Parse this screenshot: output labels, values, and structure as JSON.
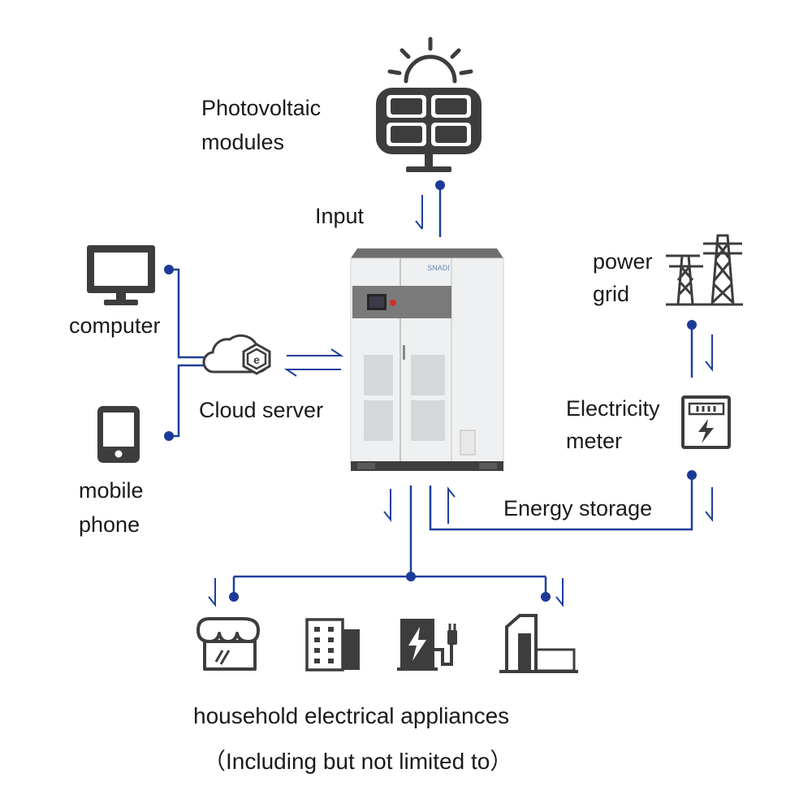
{
  "labels": {
    "pv_line1": "Photovoltaic",
    "pv_line2": "modules",
    "input": "Input",
    "computer": "computer",
    "cloud": "Cloud server",
    "mobile_line1": "mobile",
    "mobile_line2": "phone",
    "grid_line1": "power",
    "grid_line2": "grid",
    "meter_line1": "Electricity",
    "meter_line2": "meter",
    "storage": "Energy storage",
    "appliances": "household electrical appliances",
    "note": "（Including but not limited to）"
  },
  "cabinet_brand": "SNADI",
  "icons": [
    "sun-icon",
    "solar-panel-icon",
    "computer-monitor-icon",
    "cloud-server-icon",
    "mobile-phone-icon",
    "transmission-tower-icon",
    "electricity-meter-icon",
    "shop-icon",
    "office-building-icon",
    "ev-charger-icon",
    "factory-icon"
  ],
  "colors": {
    "line": "#1f3f9e",
    "node": "#1e3a99",
    "icon": "#3d3d3d",
    "text": "#1a1a1a"
  }
}
